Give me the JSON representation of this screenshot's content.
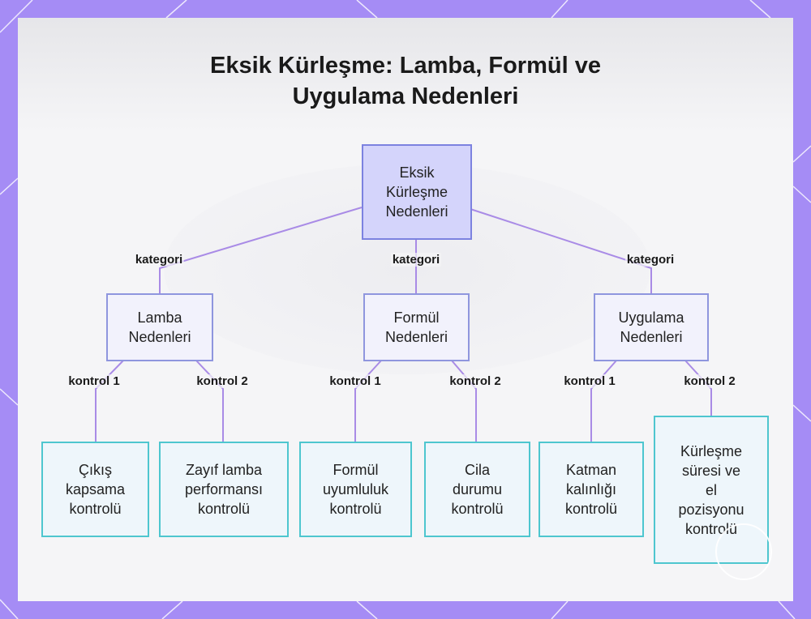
{
  "title": "Eksik Kürleşme: Lamba, Formül ve\nUygulama Nedenleri",
  "colors": {
    "background": "#a58cf5",
    "root_fill": "#d4d4fb",
    "category_fill": "#f2f2fc",
    "leaf_border": "#4ec6cf",
    "edge": "#a98be6"
  },
  "root": {
    "label": "Eksik\nKürleşme\nNedenleri"
  },
  "categories": [
    {
      "label": "Lamba\nNedenleri",
      "edge_label": "kategori"
    },
    {
      "label": "Formül\nNedenleri",
      "edge_label": "kategori"
    },
    {
      "label": "Uygulama\nNedenleri",
      "edge_label": "kategori"
    }
  ],
  "leaves": [
    {
      "label": "Çıkış\nkapsama\nkontrolü",
      "edge_label": "kontrol 1"
    },
    {
      "label": "Zayıf lamba\nperformansı\nkontrolü",
      "edge_label": "kontrol 2"
    },
    {
      "label": "Formül\nuyumluluk\nkontrolü",
      "edge_label": "kontrol 1"
    },
    {
      "label": "Cila\ndurumu\nkontrolü",
      "edge_label": "kontrol 2"
    },
    {
      "label": "Katman\nkalınlığı\nkontrolü",
      "edge_label": "kontrol 1"
    },
    {
      "label": "Kürleşme\nsüresi ve\nel\npozisyonu\nkontrolü",
      "edge_label": "kontrol 2"
    }
  ]
}
